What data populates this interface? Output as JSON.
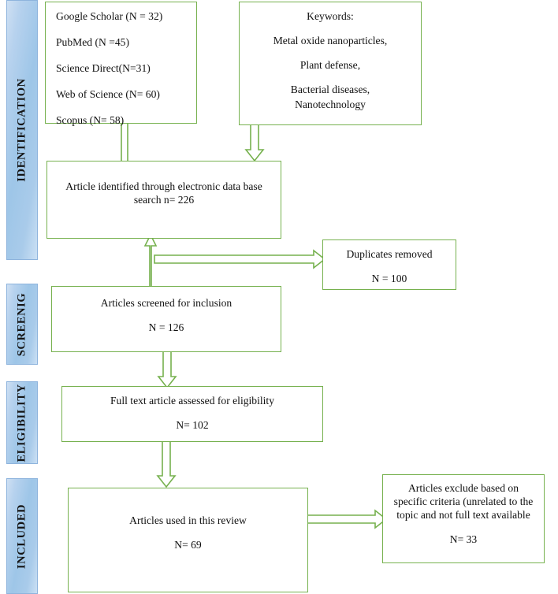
{
  "figure": {
    "type": "prisma-flow-diagram",
    "accent_green": "#76b14e",
    "stage_bar_blue": "#9ec6e8"
  },
  "stages": [
    {
      "id": "identification",
      "label": "IDENTIFICATION"
    },
    {
      "id": "screening",
      "label": "SCREENIG"
    },
    {
      "id": "eligibility",
      "label": "ELIGIBILITY"
    },
    {
      "id": "included",
      "label": "INCLUDED"
    }
  ],
  "boxes": {
    "sources": {
      "name": "databases-searched",
      "lines": [
        "Google Scholar (N = 32)",
        "PubMed (N =45)",
        "Science Direct(N=31)",
        "Web of Science (N= 60)",
        "Scopus (N= 58)"
      ]
    },
    "keywords": {
      "name": "keywords",
      "lines": [
        "Keywords:",
        "Metal oxide nanoparticles,",
        "Plant defense,",
        "Bacterial diseases,",
        "Nanotechnology"
      ]
    },
    "identified": {
      "name": "records-identified",
      "line1": "Article identified through electronic data base",
      "line2": "search n= 226"
    },
    "duplicates": {
      "name": "duplicates-removed",
      "line1": "Duplicates removed",
      "line2": "N = 100"
    },
    "screened": {
      "name": "records-screened",
      "line1": "Articles screened for inclusion",
      "line2": "N = 126"
    },
    "fulltext": {
      "name": "full-text-assessed",
      "line1": "Full text article assessed for eligibility",
      "line2": "N= 102"
    },
    "included": {
      "name": "studies-included",
      "line1": "Articles used in this review",
      "line2": "N= 69"
    },
    "excluded": {
      "name": "records-excluded",
      "line1": "Articles exclude based on",
      "line2": "specific criteria (unrelated to the",
      "line3": "topic and not full text available",
      "line4": "N= 33"
    }
  },
  "connectors": [
    {
      "name": "sources-to-identified",
      "kind": "double-line",
      "direction": "down"
    },
    {
      "name": "keywords-to-identified",
      "kind": "block-arrow",
      "direction": "down"
    },
    {
      "name": "identified-to-screened",
      "kind": "block-arrow",
      "direction": "up"
    },
    {
      "name": "identified-to-duplicates",
      "kind": "block-arrow",
      "direction": "right"
    },
    {
      "name": "screened-to-fulltext",
      "kind": "block-arrow",
      "direction": "down"
    },
    {
      "name": "fulltext-to-included",
      "kind": "block-arrow",
      "direction": "down"
    },
    {
      "name": "included-to-excluded",
      "kind": "block-arrow",
      "direction": "right"
    }
  ]
}
